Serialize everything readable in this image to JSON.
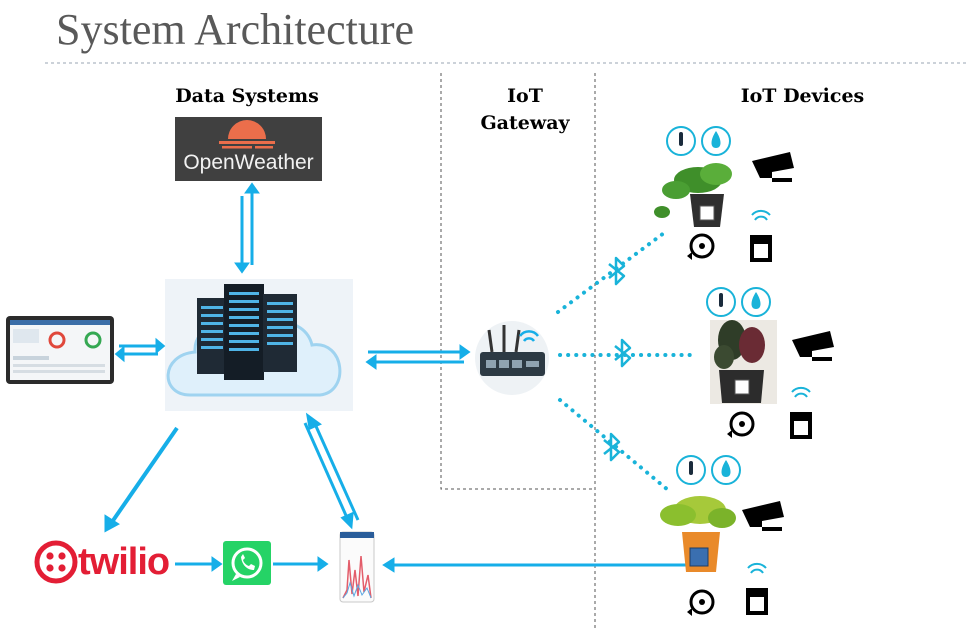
{
  "title": "System Architecture",
  "columns": {
    "data_systems": "Data Systems",
    "iot_gateway_line1": "IoT",
    "iot_gateway_line2": "Gateway",
    "iot_devices": "IoT Devices"
  },
  "logos": {
    "openweather": "OpenWeather",
    "twilio": "twilio"
  },
  "colors": {
    "arrow": "#16aee8",
    "bluetooth": "#19b3d9",
    "title": "#595959",
    "twilio": "#e31e35",
    "whatsapp": "#25d366"
  }
}
